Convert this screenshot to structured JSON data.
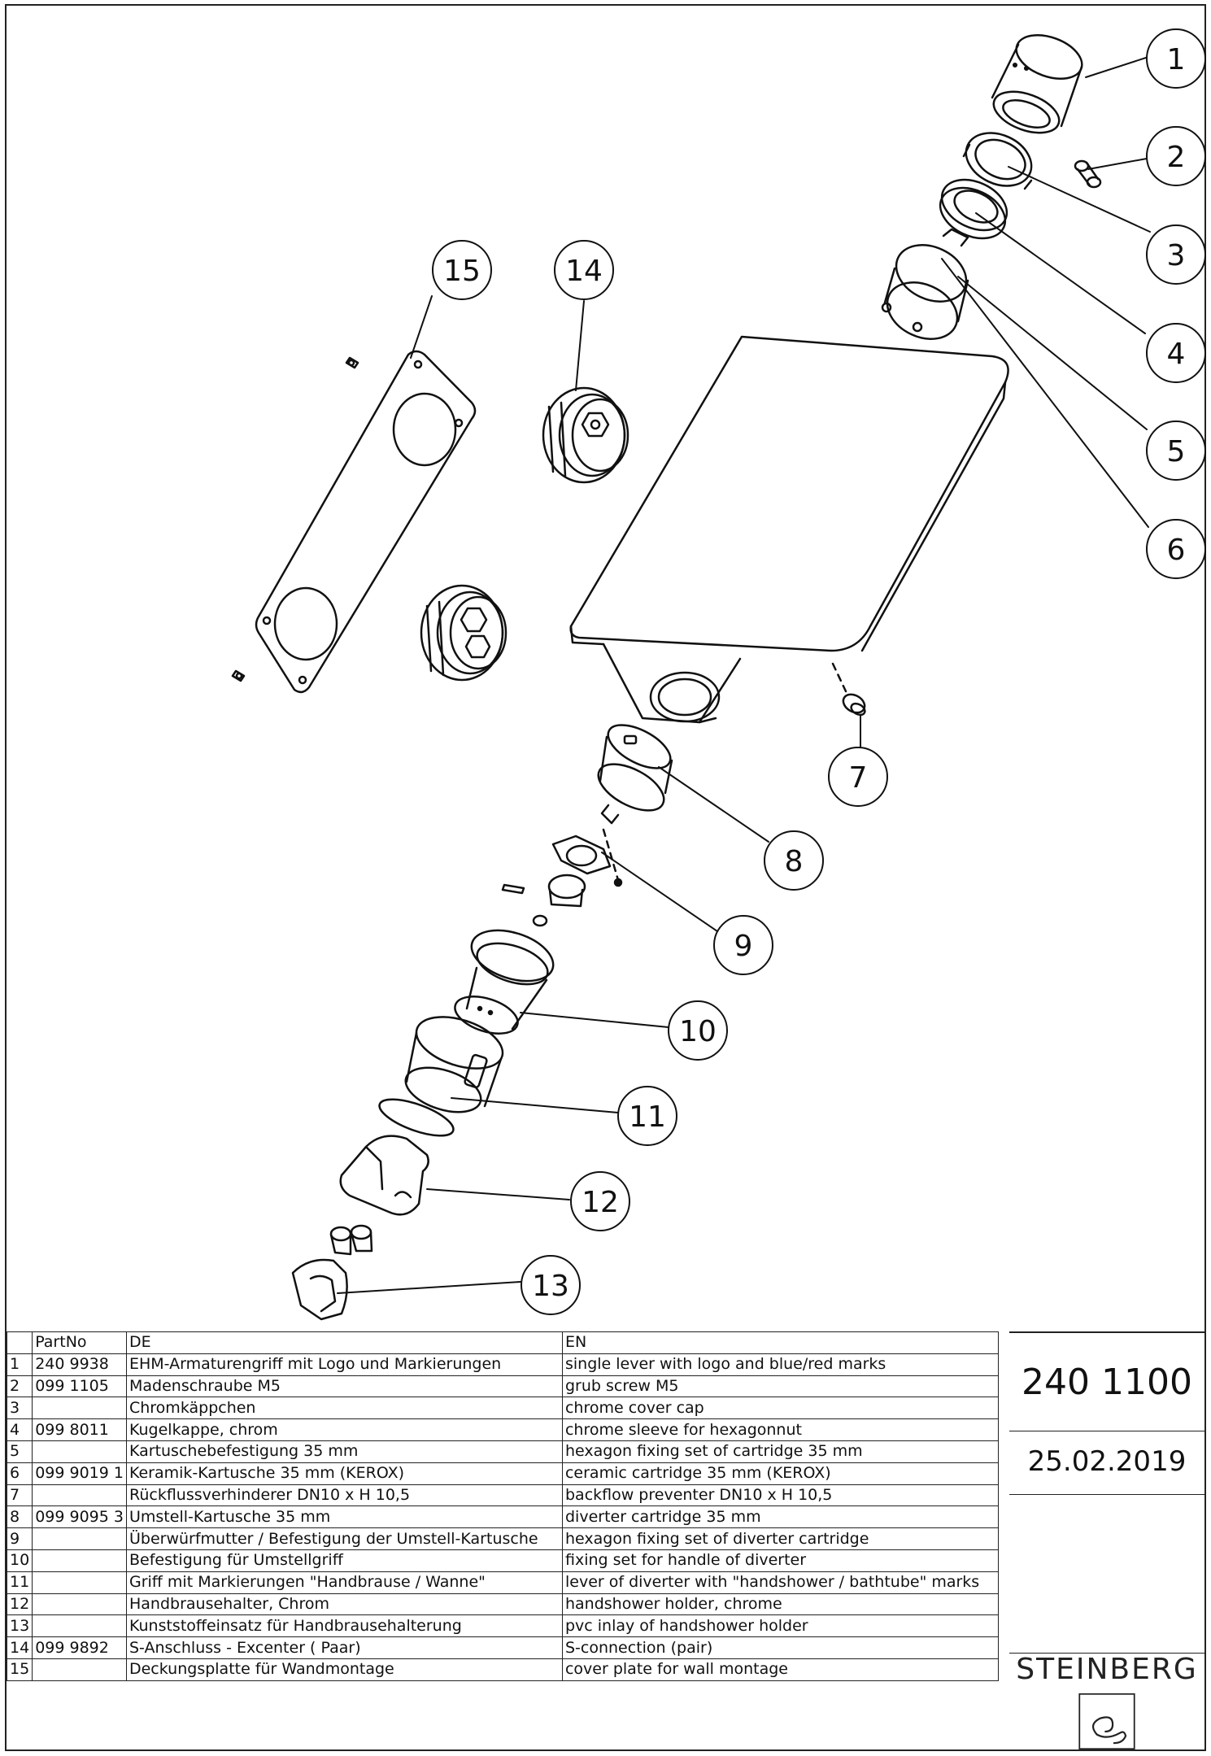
{
  "callouts": [
    "1",
    "2",
    "3",
    "4",
    "5",
    "6",
    "7",
    "8",
    "9",
    "10",
    "11",
    "12",
    "13",
    "14",
    "15"
  ],
  "table": {
    "headers": [
      "",
      "PartNo",
      "DE",
      "EN"
    ],
    "rows": [
      {
        "nr": "1",
        "partno": "240 9938",
        "de": "EHM-Armaturengriff mit Logo und Markierungen",
        "en": "single lever with logo and blue/red marks"
      },
      {
        "nr": "2",
        "partno": "099 1105",
        "de": "Madenschraube M5",
        "en": "grub screw M5"
      },
      {
        "nr": "3",
        "partno": "",
        "de": "Chromkäppchen",
        "en": "chrome cover cap"
      },
      {
        "nr": "4",
        "partno": "099 8011",
        "de": "Kugelkappe, chrom",
        "en": "chrome sleeve for hexagonnut"
      },
      {
        "nr": "5",
        "partno": "",
        "de": "Kartuschebefestigung 35 mm",
        "en": "hexagon fixing set of cartridge 35 mm"
      },
      {
        "nr": "6",
        "partno": "099 9019 1",
        "de": "Keramik-Kartusche 35 mm (KEROX)",
        "en": "ceramic cartridge 35 mm (KEROX)"
      },
      {
        "nr": "7",
        "partno": "",
        "de": "Rückflussverhinderer DN10 x H 10,5",
        "en": "backflow preventer DN10 x H 10,5"
      },
      {
        "nr": "8",
        "partno": "099 9095 3",
        "de": "Umstell-Kartusche 35 mm",
        "en": "diverter cartridge 35 mm"
      },
      {
        "nr": "9",
        "partno": "",
        "de": "Überwürfmutter / Befestigung der Umstell-Kartusche",
        "en": "hexagon fixing set of diverter cartridge"
      },
      {
        "nr": "10",
        "partno": "",
        "de": "Befestigung für Umstellgriff",
        "en": "fixing set for handle of diverter"
      },
      {
        "nr": "11",
        "partno": "",
        "de": "Griff mit Markierungen \"Handbrause / Wanne\"",
        "en": "lever of diverter with \"handshower / bathtube\" marks"
      },
      {
        "nr": "12",
        "partno": "",
        "de": "Handbrausehalter, Chrom",
        "en": "handshower holder, chrome"
      },
      {
        "nr": "13",
        "partno": "",
        "de": "Kunststoffeinsatz für Handbrausehalterung",
        "en": "pvc inlay of handshower holder"
      },
      {
        "nr": "14",
        "partno": "099 9892",
        "de": "S-Anschluss - Excenter ( Paar)",
        "en": "S-connection (pair)"
      },
      {
        "nr": "15",
        "partno": "",
        "de": "Deckungsplatte für Wandmontage",
        "en": "cover plate for wall montage"
      }
    ]
  },
  "title_block": {
    "article_number": "240 1100",
    "date": "25.02.2019",
    "brand": "STEINBERG"
  }
}
